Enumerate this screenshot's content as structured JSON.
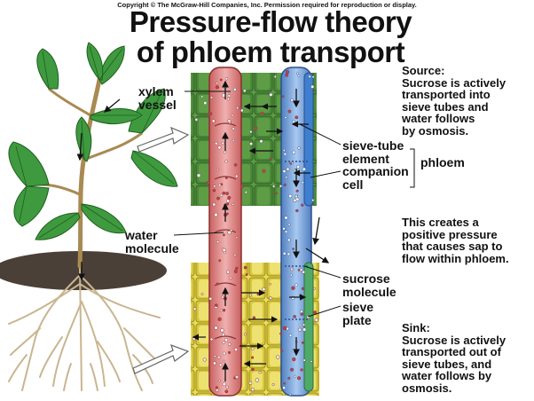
{
  "copyright": "Copyright © The McGraw-Hill Companies, Inc. Permission required for reproduction or display.",
  "title": {
    "line1": "Pressure-flow theory",
    "line2": "of phloem transport"
  },
  "labels": {
    "xylem_vessel_1": "xylem",
    "xylem_vessel_2": "vessel",
    "sieve_tube_1": "sieve-tube",
    "sieve_tube_2": "element",
    "companion_cell_1": "companion",
    "companion_cell_2": "cell",
    "phloem": "phloem",
    "water_molecule_1": "water",
    "water_molecule_2": "molecule",
    "sucrose_molecule_1": "sucrose",
    "sucrose_molecule_2": "molecule",
    "sieve_plate_1": "sieve",
    "sieve_plate_2": "plate"
  },
  "source": {
    "heading": "Source:",
    "lines": [
      "Sucrose is actively",
      "transported into",
      "sieve tubes and",
      "water follows",
      "by osmosis."
    ]
  },
  "middle": {
    "lines": [
      "This creates a",
      "positive pressure",
      "that causes sap to",
      "flow within phloem."
    ]
  },
  "sink": {
    "heading": "Sink:",
    "lines": [
      "Sucrose is actively",
      "transported out of",
      "sieve tubes, and",
      "water follows by",
      "osmosis."
    ]
  },
  "colors": {
    "leaf_green": "#3f9a3f",
    "stem_tan": "#a98a52",
    "root_tan": "#c9b590",
    "soil": "#4a4038",
    "source_tissue": "#4f8d3c",
    "sink_tissue": "#e7d84a",
    "xylem_red": "#d97a7a",
    "phloem_blue": "#6f9fd8"
  }
}
